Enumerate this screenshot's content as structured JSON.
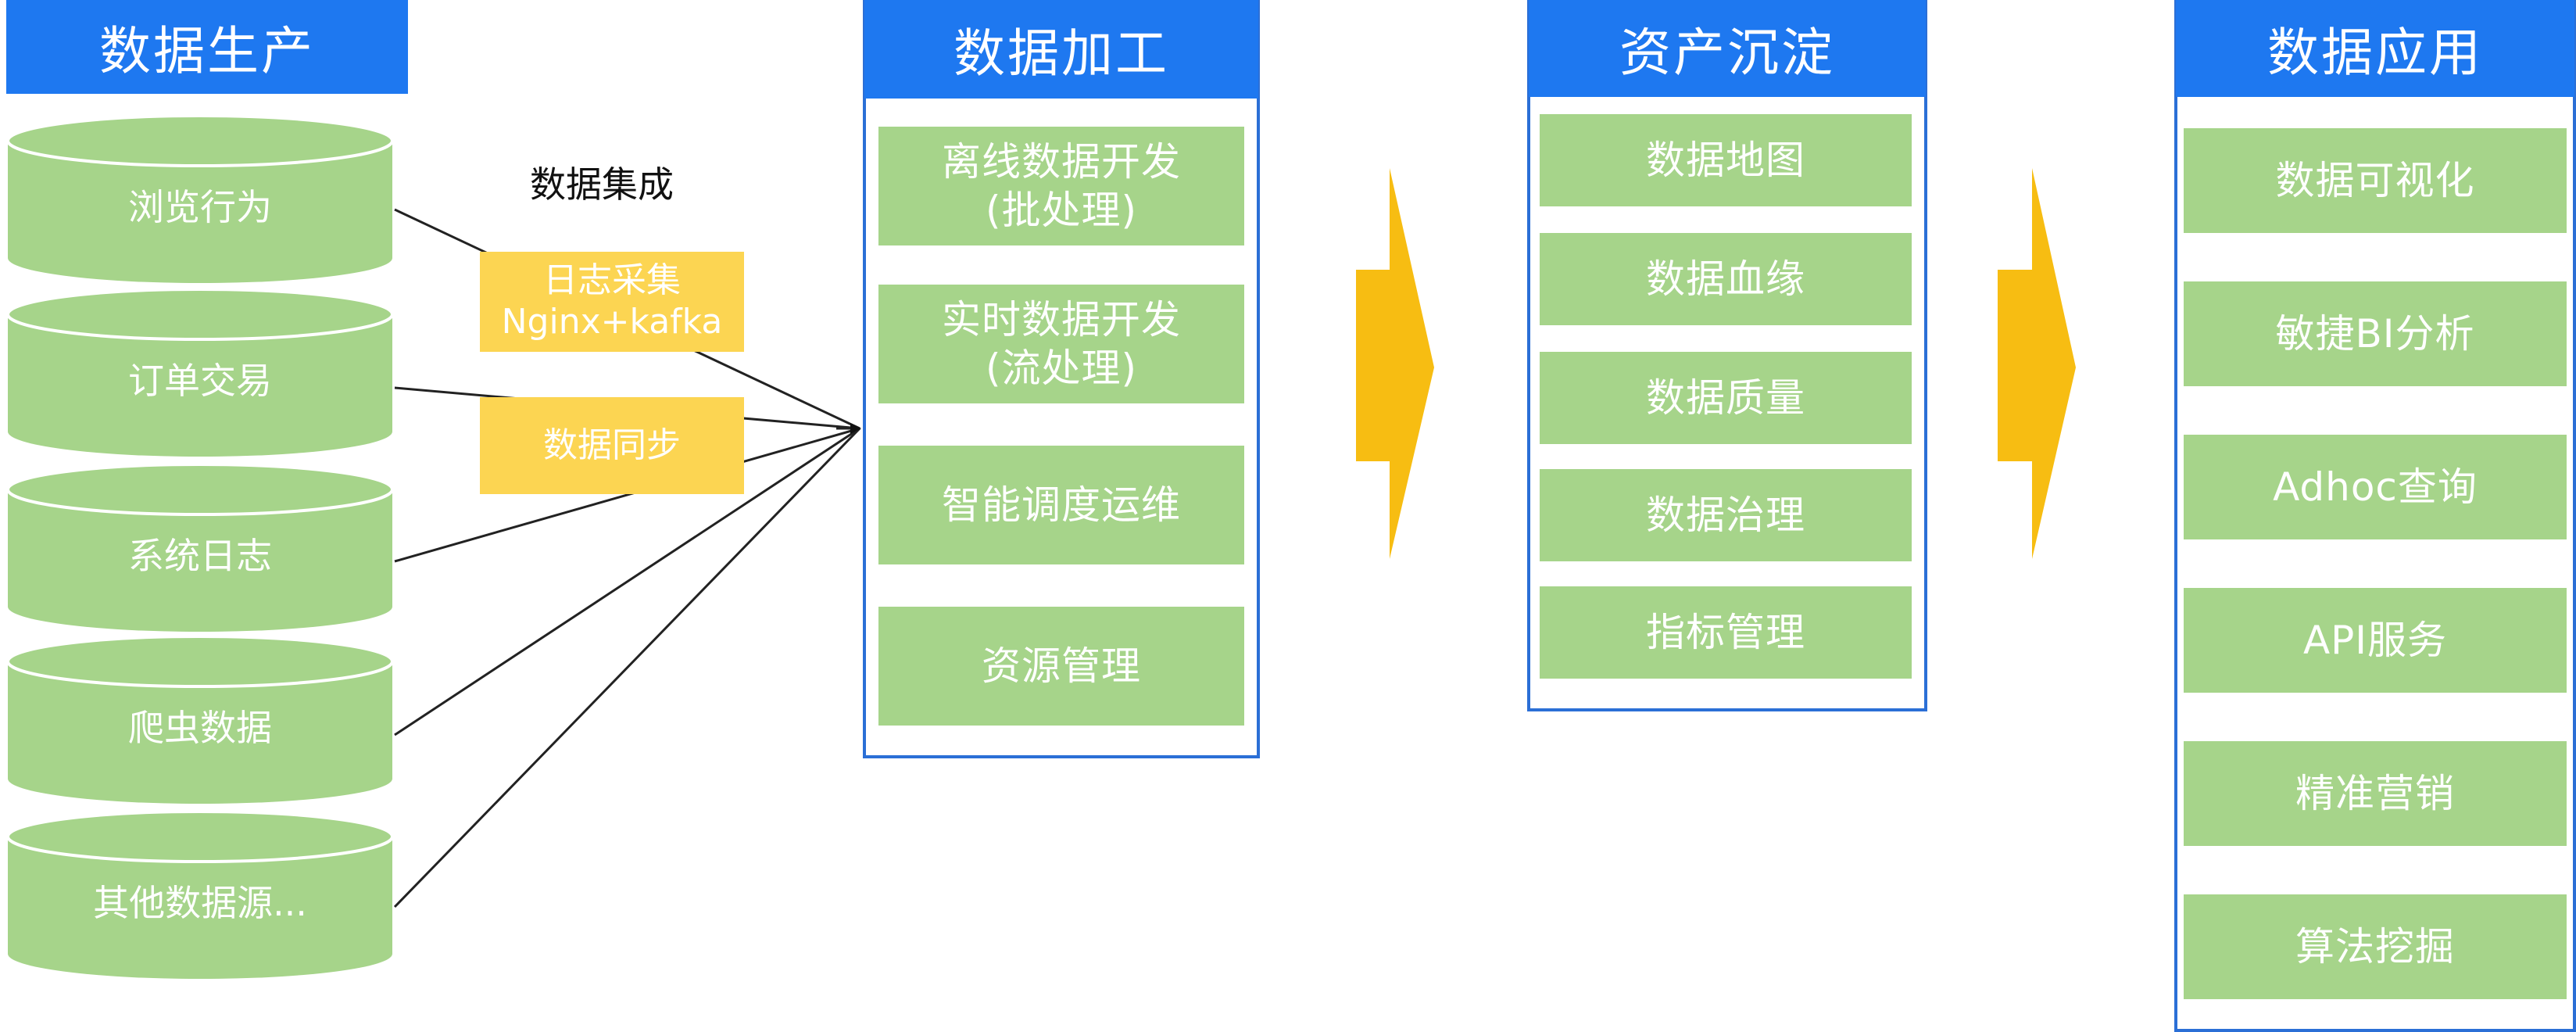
{
  "production": {
    "title": "数据生产",
    "sources": [
      "浏览行为",
      "订单交易",
      "系统日志",
      "爬虫数据",
      "其他数据源..."
    ]
  },
  "integration": {
    "title": "数据集成",
    "log_collect_line1": "日志采集",
    "log_collect_line2": "Nginx+kafka",
    "sync": "数据同步"
  },
  "processing": {
    "title": "数据加工",
    "items": [
      {
        "line1": "离线数据开发",
        "line2": "(批处理)"
      },
      {
        "line1": "实时数据开发",
        "line2": "(流处理)"
      },
      {
        "line1": "智能调度运维",
        "line2": ""
      },
      {
        "line1": "资源管理",
        "line2": ""
      }
    ]
  },
  "assets": {
    "title": "资产沉淀",
    "items": [
      "数据地图",
      "数据血缘",
      "数据质量",
      "数据治理",
      "指标管理"
    ]
  },
  "application": {
    "title": "数据应用",
    "items": [
      "数据可视化",
      "敏捷BI分析",
      "Adhoc查询",
      "API服务",
      "精准营销",
      "算法挖掘"
    ]
  },
  "colors": {
    "header_blue": "#1e78f0",
    "panel_border": "#2b6fd6",
    "item_green": "#a6d48a",
    "integration_yellow": "#fcd552",
    "arrow_yellow": "#f7bd12"
  }
}
